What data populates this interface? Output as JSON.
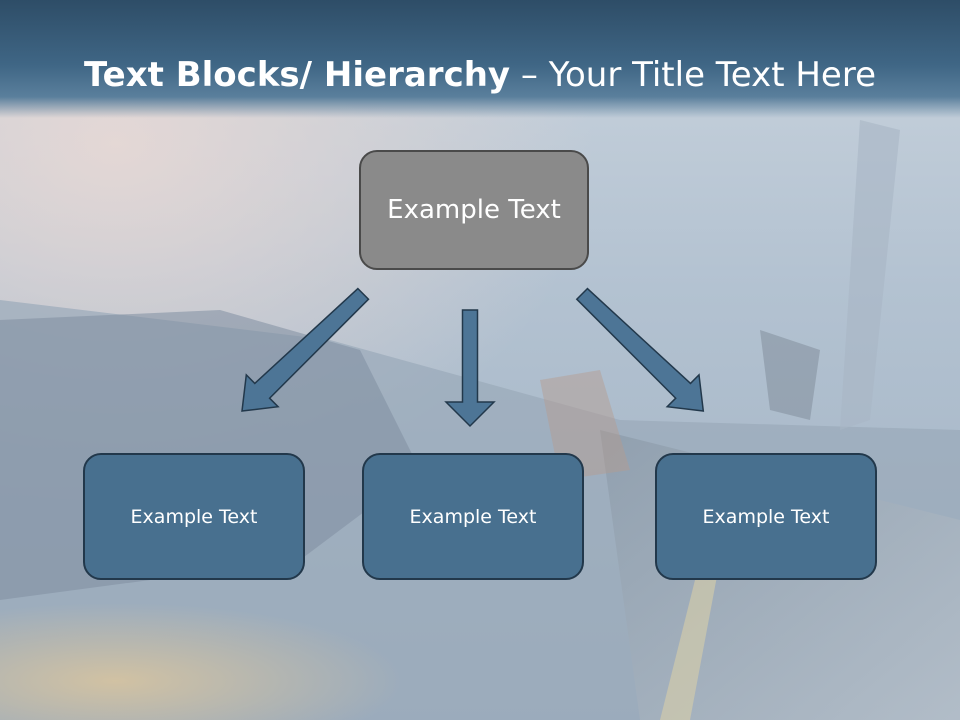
{
  "slide": {
    "title_bold": "Text Blocks/ Hierarchy",
    "title_separator": "–",
    "title_rest": "Your Title Text Here"
  },
  "hierarchy": {
    "root": {
      "label": "Example Text"
    },
    "children": [
      {
        "label": "Example Text"
      },
      {
        "label": "Example Text"
      },
      {
        "label": "Example Text"
      }
    ]
  },
  "colors": {
    "title_band": "#3f6685",
    "root_fill": "#8a8a8a",
    "child_fill": "#48708f",
    "arrow_fill": "#4d7596"
  }
}
